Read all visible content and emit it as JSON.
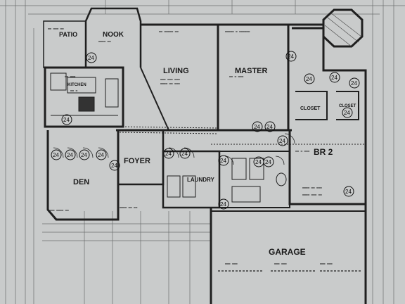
{
  "rooms": {
    "patio": "PATIO",
    "nook": "NOOK",
    "living": "LIVING",
    "master": "MASTER",
    "kitchen": "KITCHEN",
    "den": "DEN",
    "foyer": "FOYER",
    "laundry": "LAUNDRY",
    "br2": "BR 2",
    "closet": "CLOSET",
    "closet2": "CLOSET",
    "garage": "GARAGE"
  },
  "circle_tag": "24",
  "colors": {
    "paper": "#c9cbcb",
    "ink": "#1f1f1f",
    "faint": "#6b6e6e"
  }
}
